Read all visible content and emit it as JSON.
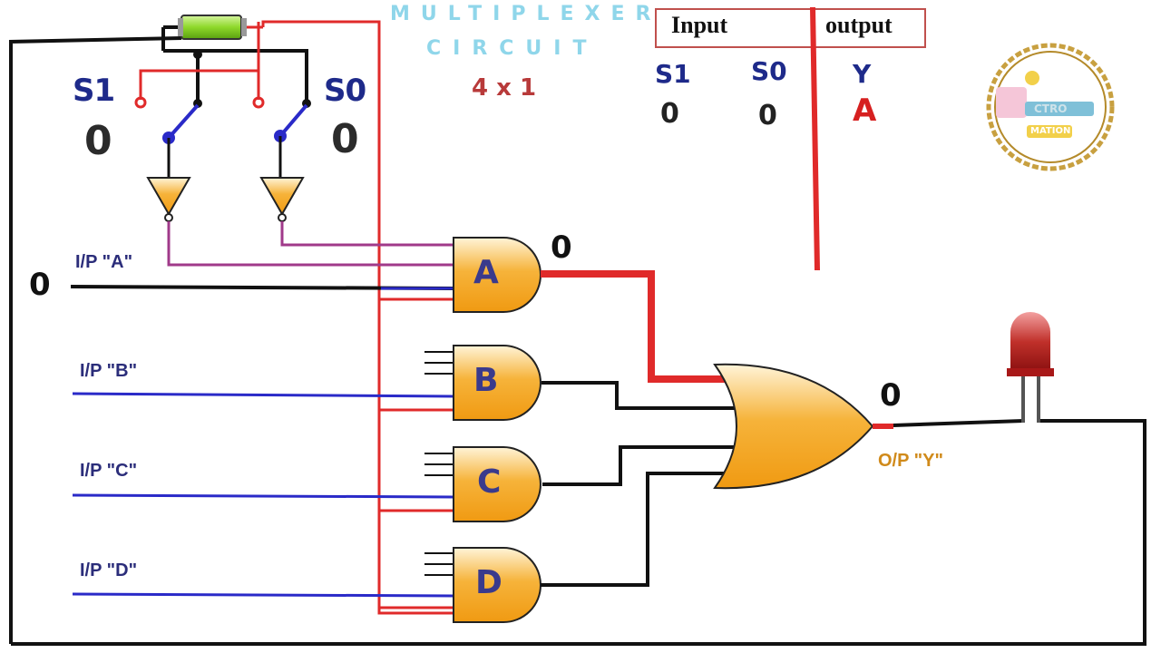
{
  "title": {
    "line1": "MULTIPLEXER",
    "line2": "CIRCUIT",
    "subtitle": "4 x 1"
  },
  "selectors": {
    "s1": {
      "label": "S1",
      "value": "0"
    },
    "s0": {
      "label": "S0",
      "value": "0"
    }
  },
  "inputs": {
    "a": {
      "label": "I/P \"A\"",
      "value": "0"
    },
    "b": {
      "label": "I/P \"B\""
    },
    "c": {
      "label": "I/P \"C\""
    },
    "d": {
      "label": "I/P \"D\""
    }
  },
  "gates": {
    "a": {
      "letter": "A",
      "output": "0"
    },
    "b": {
      "letter": "B"
    },
    "c": {
      "letter": "C"
    },
    "d": {
      "letter": "D"
    },
    "or": {
      "output": "0"
    }
  },
  "output": {
    "label": "O/P \"Y\""
  },
  "truth_table": {
    "input_header": "Input",
    "output_header": "output",
    "columns": [
      "S1",
      "S0",
      "Y"
    ],
    "row": [
      "0",
      "0",
      "A"
    ]
  },
  "logo": {
    "text1": "CTRO",
    "text2": "MATION"
  },
  "colors": {
    "red_wire": "#e02a2a",
    "blue_wire": "#2a2ac8",
    "purple_wire": "#a03a8a",
    "black_wire": "#111111",
    "gate_fill": "#f4a21e",
    "title": "#8fd6ea"
  },
  "icons": [
    "battery-icon",
    "switch-icon",
    "not-gate-icon",
    "and-gate-icon",
    "or-gate-icon",
    "led-icon",
    "logo-icon"
  ]
}
